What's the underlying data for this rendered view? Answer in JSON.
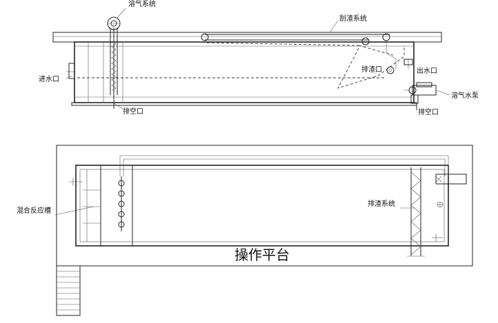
{
  "labels": {
    "dissolved_air_system": "溶气系统",
    "scraper_system": "刮渣系统",
    "inlet": "进水口",
    "sludge_outlet": "排渣口",
    "water_outlet": "出水口",
    "dissolved_air_pump": "溶气水泵",
    "drain_left": "排空口",
    "drain_right": "排空口",
    "mixing_tank": "混合反应槽",
    "sludge_discharge_system": "排渣系统",
    "operation_platform": "操作平台"
  },
  "colors": {
    "line": "#222222",
    "background": "#ffffff"
  }
}
